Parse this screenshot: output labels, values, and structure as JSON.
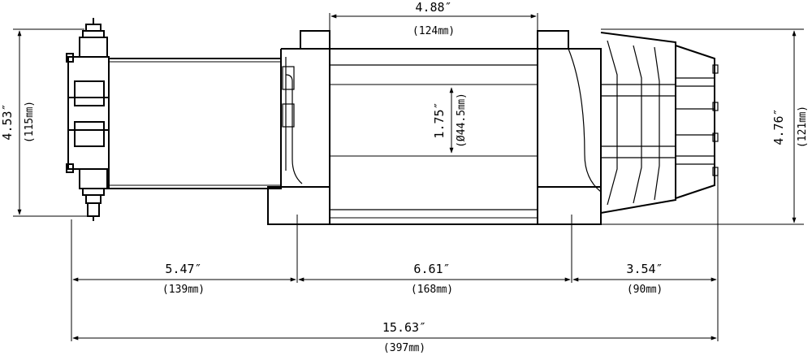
{
  "dimensions": {
    "drum_length": {
      "inch": "4.88″",
      "metric": "(124㎜)"
    },
    "drum_diameter": {
      "inch": "1.75″",
      "metric": "(Ø44.5㎜)"
    },
    "left_height": {
      "inch": "4.53″",
      "metric": "(115㎜)"
    },
    "right_height": {
      "inch": "4.76″",
      "metric": "(121㎜)"
    },
    "motor_to_foot": {
      "inch": "5.47″",
      "metric": "(139㎜)"
    },
    "foot_spacing": {
      "inch": "6.61″",
      "metric": "(168㎜)"
    },
    "foot_to_end": {
      "inch": "3.54″",
      "metric": "(90㎜)"
    },
    "overall_length": {
      "inch": "15.63″",
      "metric": "(397㎜)"
    }
  },
  "colors": {
    "line": "#000000",
    "background": "#ffffff"
  }
}
